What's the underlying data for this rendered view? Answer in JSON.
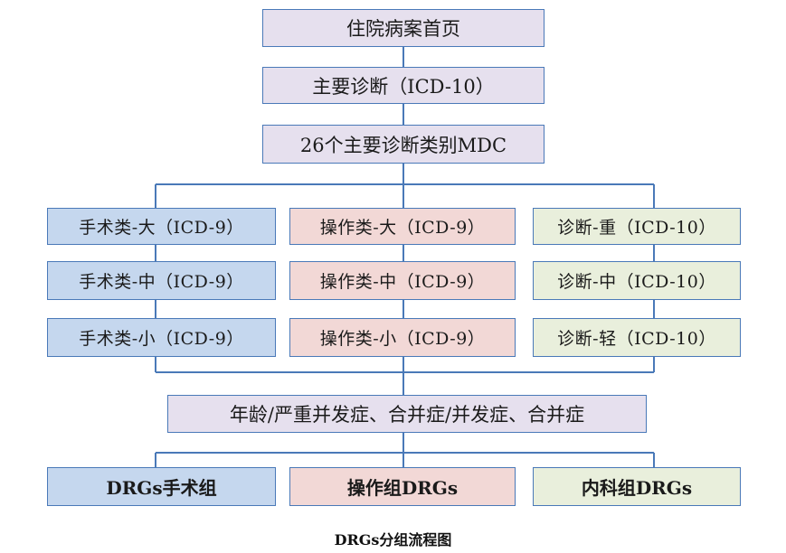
{
  "flow": {
    "level1": "住院病案首页",
    "level2": "主要诊断（ICD-10）",
    "level3": "26个主要诊断类别MDC",
    "surgery": [
      "手术类-大（ICD-9）",
      "手术类-中（ICD-9）",
      "手术类-小（ICD-9）"
    ],
    "operation": [
      "操作类-大（ICD-9）",
      "操作类-中（ICD-9）",
      "操作类-小（ICD-9）"
    ],
    "diagnosis": [
      "诊断-重（ICD-10）",
      "诊断-中（ICD-10）",
      "诊断-轻（ICD-10）"
    ],
    "complication": "年龄/严重并发症、合并症/并发症、合并症",
    "groups": [
      "DRGs手术组",
      "操作组DRGs",
      "内科组DRGs"
    ]
  },
  "caption": "DRGs分组流程图",
  "colors": {
    "line": "#4a79b8",
    "purple": "#e6e0ee",
    "blue": "#c5d7ee",
    "pink": "#f2d8d6",
    "green": "#e9efdc"
  }
}
